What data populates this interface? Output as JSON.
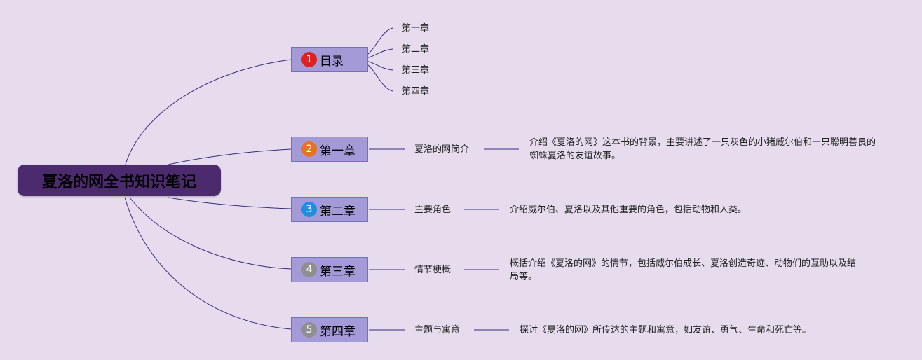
{
  "root": {
    "title": "夏洛的网全书知识笔记"
  },
  "colors": {
    "background": "#e6dcee",
    "line": "#3a2a80",
    "root_fill": "#4b2a6e",
    "chapter_fill": "#a59ad8"
  },
  "branches": [
    {
      "num": "1",
      "num_color": "#dd2222",
      "label": "目录",
      "items": [
        "第一章",
        "第二章",
        "第三章",
        "第四章"
      ]
    },
    {
      "num": "2",
      "num_color": "#e8731e",
      "label": "第一章",
      "sub": "夏洛的网简介",
      "desc": "介绍《夏洛的网》这本书的背景，主要讲述了一只灰色的小猪威尔伯和一只聪明善良的蜘蛛夏洛的友谊故事。"
    },
    {
      "num": "3",
      "num_color": "#1e8fe0",
      "label": "第二章",
      "sub": "主要角色",
      "desc": "介绍威尔伯、夏洛以及其他重要的角色，包括动物和人类。"
    },
    {
      "num": "4",
      "num_color": "#8f8f8f",
      "label": "第三章",
      "sub": "情节梗概",
      "desc": "概括介绍《夏洛的网》的情节，包括威尔伯成长、夏洛创造奇迹、动物们的互助以及结局等。"
    },
    {
      "num": "5",
      "num_color": "#8f8f8f",
      "label": "第四章",
      "sub": "主题与寓意",
      "desc": "探讨《夏洛的网》所传达的主题和寓意，如友谊、勇气、生命和死亡等。"
    }
  ]
}
